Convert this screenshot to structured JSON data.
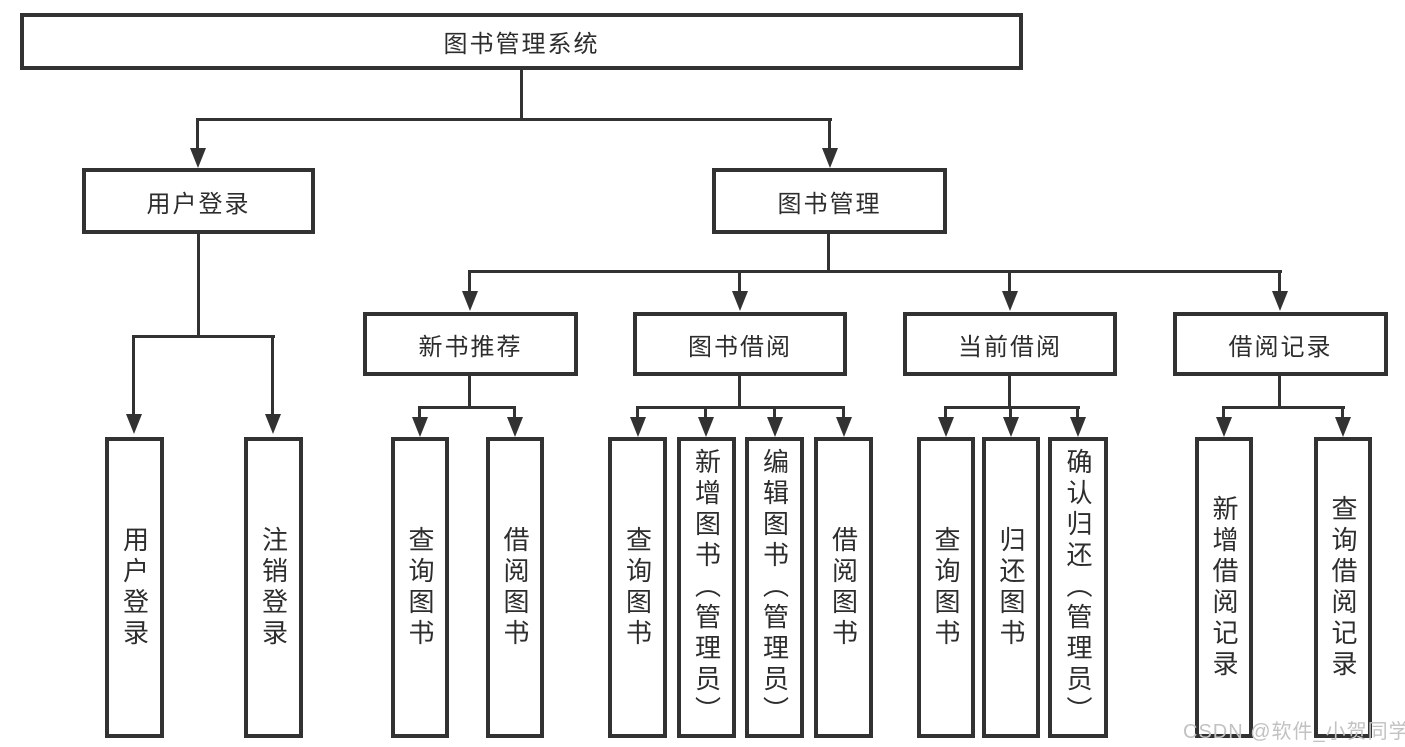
{
  "diagram": {
    "type": "tree",
    "root": {
      "label": "图书管理系统",
      "children": [
        {
          "label": "用户登录",
          "children": [
            {
              "label": "用户登录"
            },
            {
              "label": "注销登录"
            }
          ]
        },
        {
          "label": "图书管理",
          "children": [
            {
              "label": "新书推荐",
              "children": [
                {
                  "label": "查询图书"
                },
                {
                  "label": "借阅图书"
                }
              ]
            },
            {
              "label": "图书借阅",
              "children": [
                {
                  "label": "查询图书"
                },
                {
                  "label": "新增图书（管理员）"
                },
                {
                  "label": "编辑图书（管理员）"
                },
                {
                  "label": "借阅图书"
                }
              ]
            },
            {
              "label": "当前借阅",
              "children": [
                {
                  "label": "查询图书"
                },
                {
                  "label": "归还图书"
                },
                {
                  "label": "确认归还（管理员）"
                }
              ]
            },
            {
              "label": "借阅记录",
              "children": [
                {
                  "label": "新增借阅记录"
                },
                {
                  "label": "查询借阅记录"
                }
              ]
            }
          ]
        }
      ]
    },
    "colors": {
      "line": "#323232",
      "text": "#2d2d2d",
      "background": "#ffffff",
      "watermark": "#c2c2c2"
    }
  },
  "watermark": {
    "text": "CSDN @软件_小贺同学"
  }
}
